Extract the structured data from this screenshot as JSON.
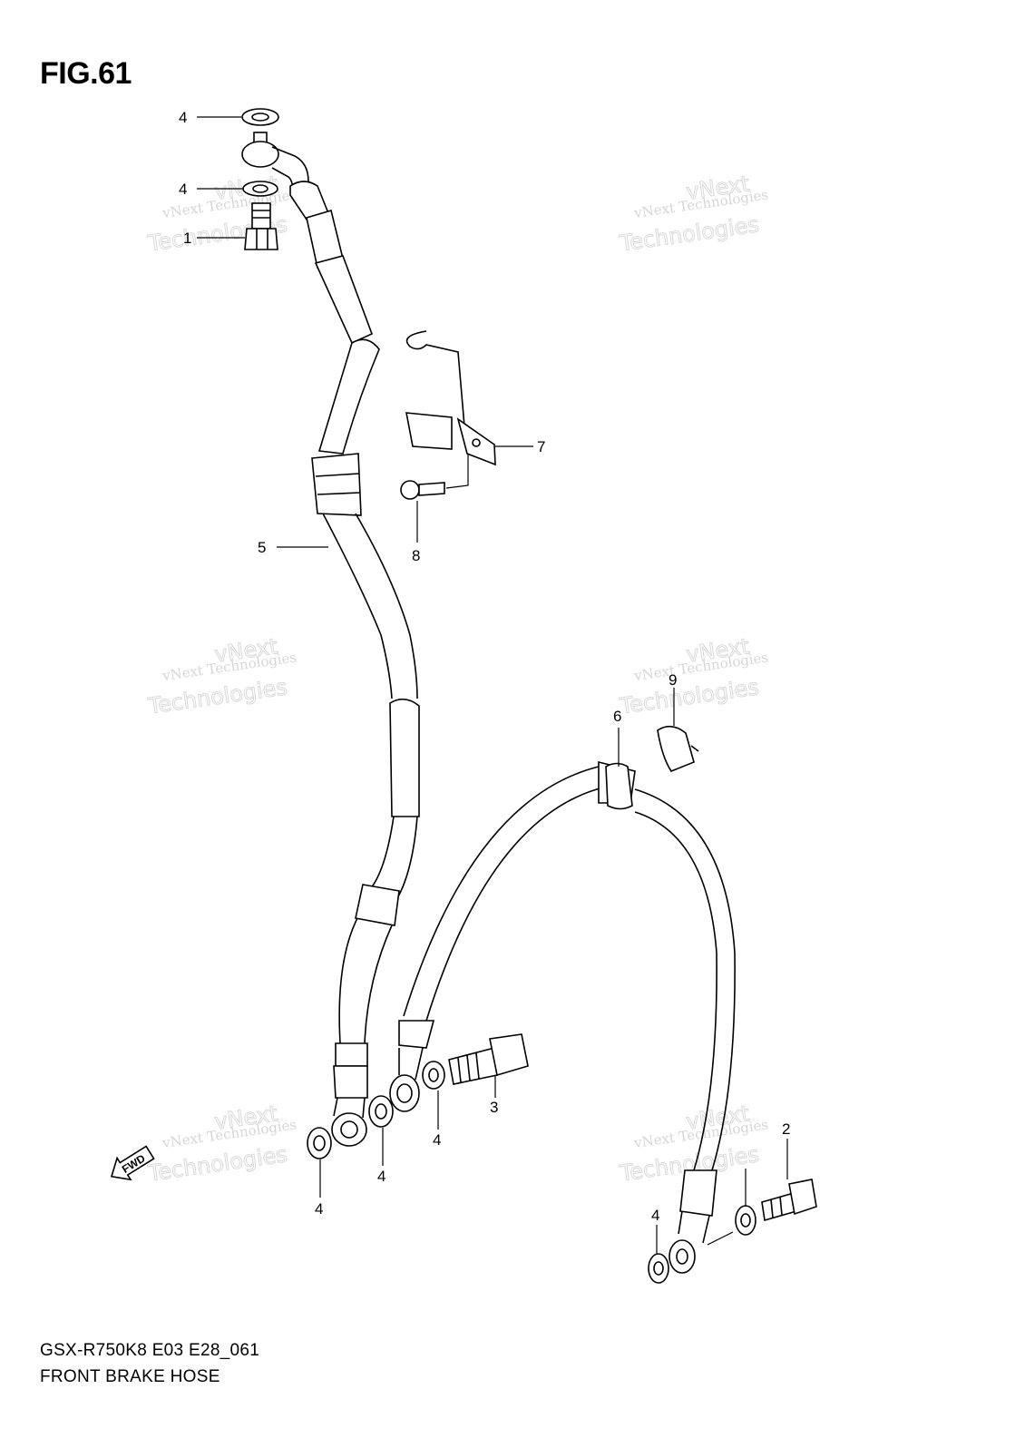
{
  "figure": {
    "title": "FIG.61",
    "model_code": "GSX-R750K8 E03 E28_061",
    "name": "FRONT BRAKE HOSE"
  },
  "callouts": [
    {
      "id": "washer-top-1",
      "label": "4"
    },
    {
      "id": "washer-top-2",
      "label": "4"
    },
    {
      "id": "union-bolt-top",
      "label": "1"
    },
    {
      "id": "hose-upper",
      "label": "5"
    },
    {
      "id": "bracket",
      "label": "7"
    },
    {
      "id": "bracket-bolt",
      "label": "8"
    },
    {
      "id": "grommet",
      "label": "6"
    },
    {
      "id": "clamp",
      "label": "9"
    },
    {
      "id": "union-bolt-mid",
      "label": "3"
    },
    {
      "id": "washer-mid-1",
      "label": "4"
    },
    {
      "id": "washer-mid-2",
      "label": "4"
    },
    {
      "id": "washer-left",
      "label": "4"
    },
    {
      "id": "union-bolt-right",
      "label": "2"
    },
    {
      "id": "washer-right",
      "label": "4"
    }
  ],
  "fwd_arrow": "FWD",
  "watermark": {
    "line1": "vNext Technologies",
    "line2": "vNext",
    "line3": "Technologies"
  }
}
